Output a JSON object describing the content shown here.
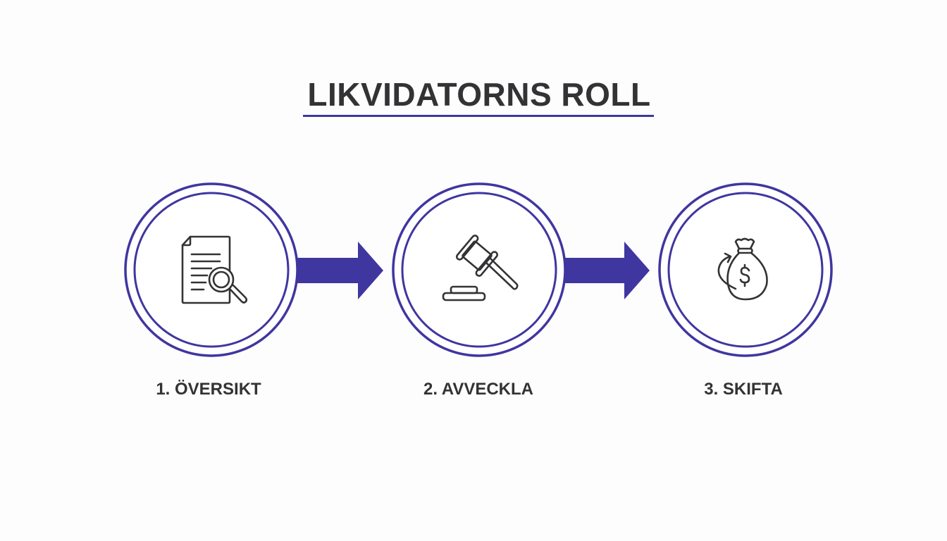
{
  "header": {
    "title": "LIKVIDATORNS ROLL"
  },
  "colors": {
    "accent": "#3f36a0",
    "text": "#333336",
    "icon_stroke": "#333336",
    "background": "#fdfdfd"
  },
  "steps": [
    {
      "number": 1,
      "label": "1. ÖVERSIKT",
      "icon": "document-search-icon"
    },
    {
      "number": 2,
      "label": "2. AVVECKLA",
      "icon": "gavel-icon"
    },
    {
      "number": 3,
      "label": "3. SKIFTA",
      "icon": "money-bag-transfer-icon"
    }
  ],
  "connectors": [
    {
      "from": 1,
      "to": 2,
      "icon": "arrow-right-icon"
    },
    {
      "from": 2,
      "to": 3,
      "icon": "arrow-right-icon"
    }
  ]
}
